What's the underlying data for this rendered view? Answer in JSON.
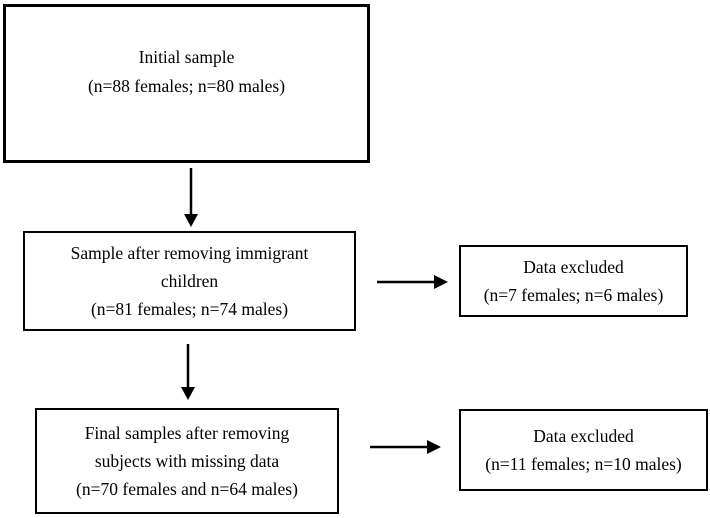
{
  "diagram": {
    "type": "flowchart",
    "background_color": "#ffffff",
    "line_color": "#000000",
    "boxes": {
      "initial_sample": {
        "lines": [
          "Initial sample",
          "(n=88 females; n=80 males)"
        ]
      },
      "sample_after_immigrant_removal": {
        "lines": [
          "Sample after removing immigrant",
          "children",
          "(n=81 females; n=74 males)"
        ]
      },
      "final_sample": {
        "lines": [
          "Final samples after removing",
          "subjects with missing data",
          "(n=70 females and n=64 males)"
        ]
      },
      "data_excluded_1": {
        "lines": [
          "Data excluded",
          "(n=7 females; n=6 males)"
        ]
      },
      "data_excluded_2": {
        "lines": [
          "Data excluded",
          "(n=11 females; n=10 males)"
        ]
      }
    },
    "arrows": [
      {
        "name": "initial-to-immigrant",
        "direction": "down"
      },
      {
        "name": "immigrant-to-excluded-1",
        "direction": "right"
      },
      {
        "name": "immigrant-to-final",
        "direction": "down"
      },
      {
        "name": "final-to-excluded-2",
        "direction": "right"
      }
    ]
  }
}
